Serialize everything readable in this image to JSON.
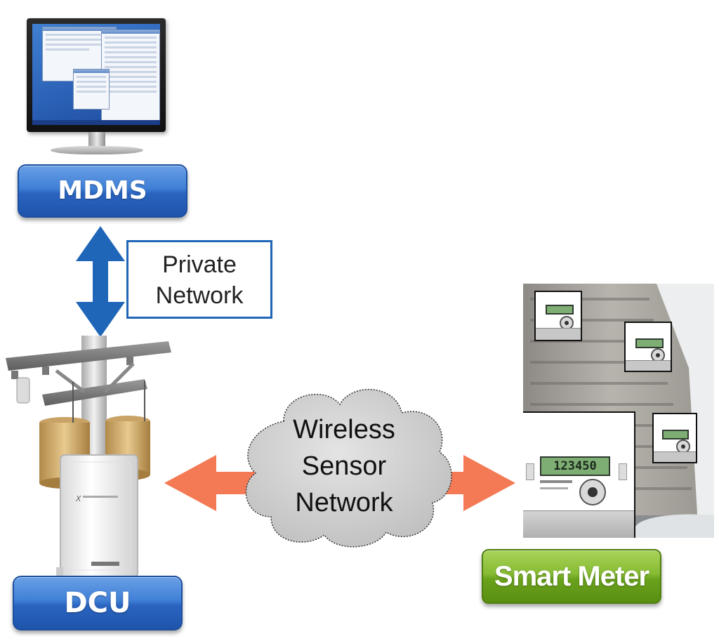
{
  "nodes": {
    "mdms": "MDMS",
    "dcu": "DCU",
    "smart_meter": "Smart Meter"
  },
  "links": {
    "private_network_line1": "Private",
    "private_network_line2": "Network",
    "wireless_line1": "Wireless",
    "wireless_line2": "Sensor",
    "wireless_line3": "Network"
  },
  "meter_display": "123450",
  "colors": {
    "pill_blue": "#2a64c0",
    "pill_green": "#6aa21c",
    "private_arrow": "#1f66b8",
    "wireless_arrow": "#f47a55",
    "cloud_fill": "#d2d2d2"
  }
}
